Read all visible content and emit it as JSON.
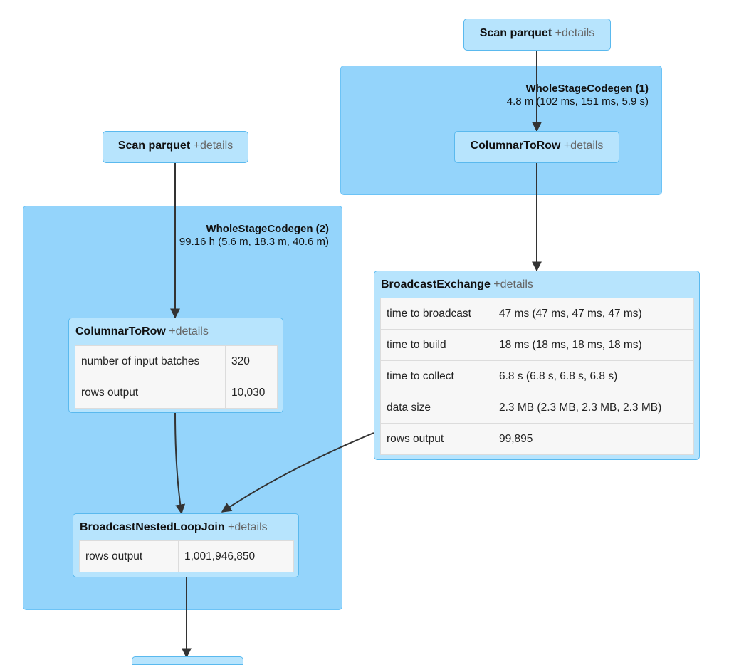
{
  "clusters": [
    {
      "name": "WholeStageCodegen (1)",
      "stats": "4.8 m (102 ms, 151 ms, 5.9 s)"
    },
    {
      "name": "WholeStageCodegen (2)",
      "stats": "99.16 h (5.6 m, 18.3 m, 40.6 m)"
    }
  ],
  "nodes": {
    "scan_parquet_1": {
      "name": "Scan parquet",
      "details": "+details"
    },
    "columnar_to_row_1": {
      "name": "ColumnarToRow",
      "details": "+details"
    },
    "scan_parquet_2": {
      "name": "Scan parquet",
      "details": "+details"
    },
    "columnar_to_row_2": {
      "name": "ColumnarToRow",
      "details": "+details",
      "metrics": [
        {
          "label": "number of input batches",
          "value": "320"
        },
        {
          "label": "rows output",
          "value": "10,030"
        }
      ]
    },
    "broadcast_exchange": {
      "name": "BroadcastExchange",
      "details": "+details",
      "metrics": [
        {
          "label": "time to broadcast",
          "value": "47 ms (47 ms, 47 ms, 47 ms)"
        },
        {
          "label": "time to build",
          "value": "18 ms (18 ms, 18 ms, 18 ms)"
        },
        {
          "label": "time to collect",
          "value": "6.8 s (6.8 s, 6.8 s, 6.8 s)"
        },
        {
          "label": "data size",
          "value": "2.3 MB (2.3 MB, 2.3 MB, 2.3 MB)"
        },
        {
          "label": "rows output",
          "value": "99,895"
        }
      ]
    },
    "broadcast_nested_loop_join": {
      "name": "BroadcastNestedLoopJoin",
      "details": "+details",
      "metrics": [
        {
          "label": "rows output",
          "value": "1,001,946,850"
        }
      ]
    }
  },
  "colors": {
    "cluster_fill": "#94d4fb",
    "node_fill": "#b7e4fd",
    "node_border": "#5ab9ee",
    "edge": "#333333"
  }
}
